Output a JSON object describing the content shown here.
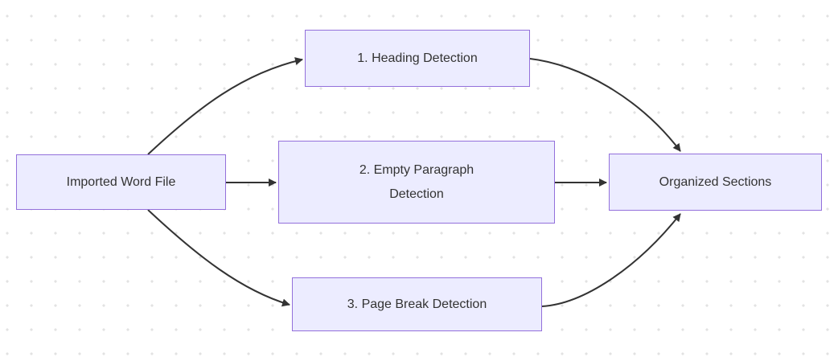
{
  "diagram": {
    "type": "flowchart",
    "direction": "left-to-right",
    "nodes": [
      {
        "id": "imported-word-file",
        "label": "Imported Word File"
      },
      {
        "id": "heading-detection",
        "label": "1. Heading Detection"
      },
      {
        "id": "empty-paragraph-detection",
        "label": "2. Empty Paragraph Detection"
      },
      {
        "id": "page-break-detection",
        "label": "3. Page Break Detection"
      },
      {
        "id": "organized-sections",
        "label": "Organized Sections"
      }
    ],
    "edges": [
      {
        "from": "imported-word-file",
        "to": "heading-detection"
      },
      {
        "from": "imported-word-file",
        "to": "empty-paragraph-detection"
      },
      {
        "from": "imported-word-file",
        "to": "page-break-detection"
      },
      {
        "from": "heading-detection",
        "to": "organized-sections"
      },
      {
        "from": "empty-paragraph-detection",
        "to": "organized-sections"
      },
      {
        "from": "page-break-detection",
        "to": "organized-sections"
      }
    ],
    "colors": {
      "node_fill": "#ECECFF",
      "node_border": "#9370DB",
      "edge": "#333333",
      "text": "#333333",
      "background": "#FFFFFF",
      "grid_dot": "#E2E2E2"
    }
  }
}
